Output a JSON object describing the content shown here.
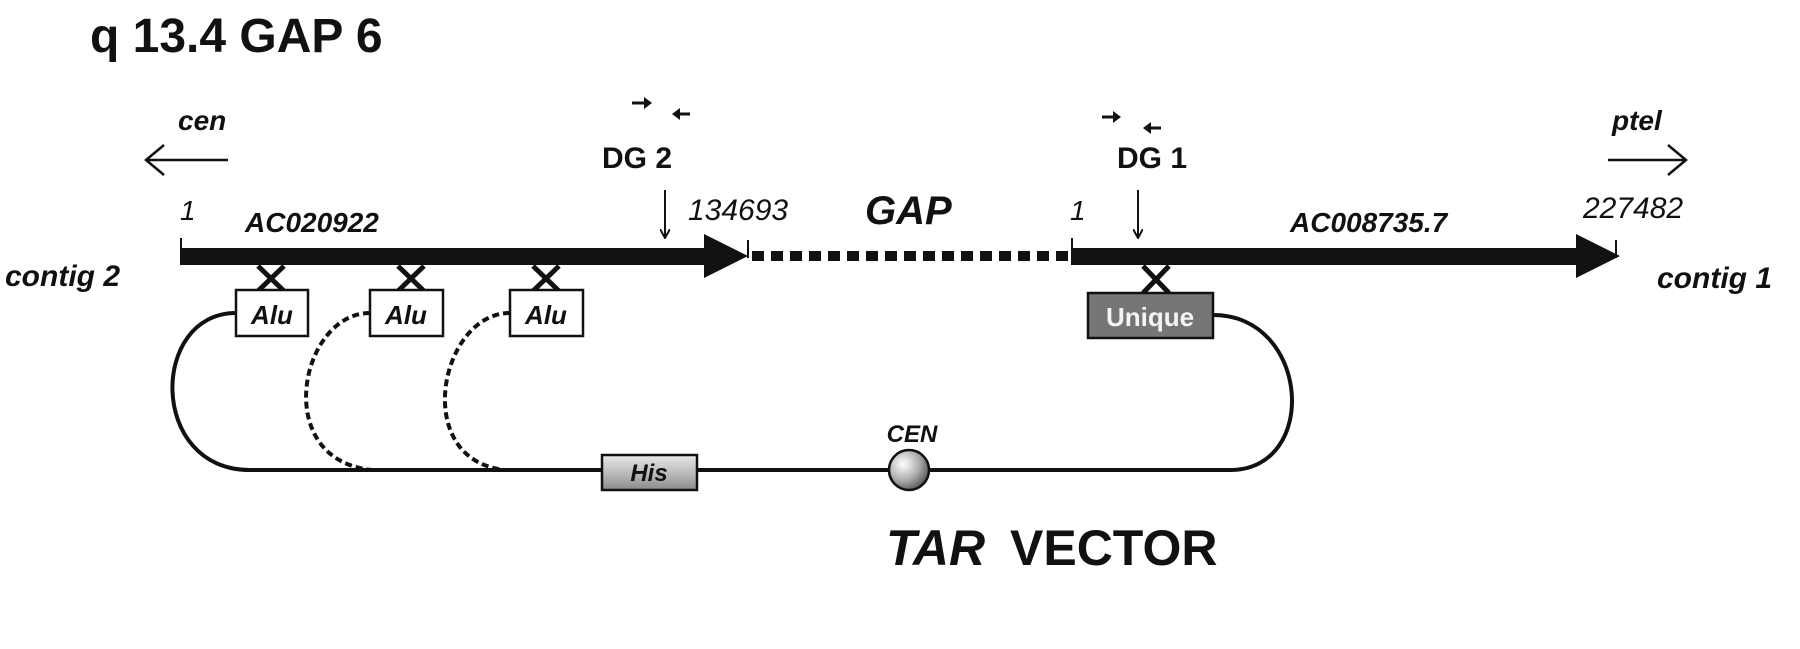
{
  "title": "q 13.4 GAP 6",
  "directions": {
    "left": "cen",
    "right": "ptel"
  },
  "primers": [
    {
      "label": "DG 2"
    },
    {
      "label": "DG 1"
    }
  ],
  "contig2": {
    "label": "contig 2",
    "accession": "AC020922",
    "start": "1",
    "end": "134693"
  },
  "gap_label": "GAP",
  "contig1": {
    "label": "contig 1",
    "accession": "AC008735.7",
    "start": "1",
    "end": "227482"
  },
  "vector": {
    "alu_label": "Alu",
    "unique_label": "Unique",
    "his_label": "His",
    "cen_label": "CEN",
    "name_italic": "TAR",
    "name_rest": "VECTOR"
  },
  "colors": {
    "ink": "#111111",
    "unique_fill": "#767676"
  }
}
